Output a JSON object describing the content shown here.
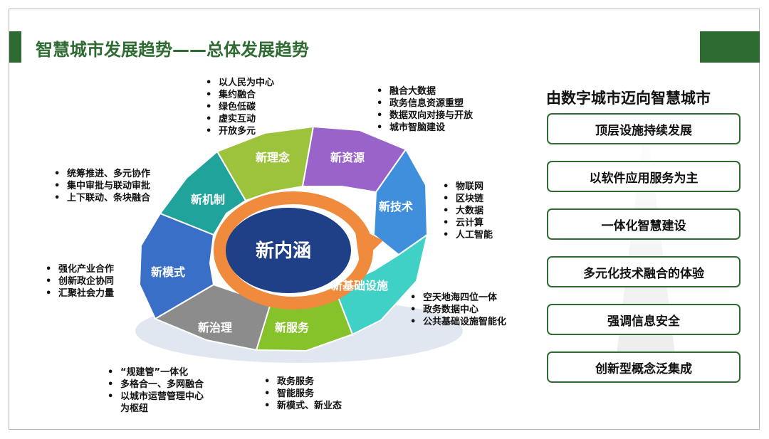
{
  "title": "智慧城市发展趋势——总体发展趋势",
  "center": "新内涵",
  "segments": {
    "linian": "新理念",
    "ziyuan": "新资源",
    "jishu": "新技术",
    "jichu": "新基础设施",
    "fuwu": "新服务",
    "zhili": "新治理",
    "moshi": "新模式",
    "jizhi": "新机制"
  },
  "colors": {
    "linian": "#9cc33b",
    "ziyuan": "#9a63c9",
    "jishu": "#3f8fdd",
    "jichu": "#3fd0c6",
    "fuwu": "#86c22a",
    "zhili": "#8c8c8c",
    "moshi": "#3a6fc8",
    "jizhi": "#1fa39a",
    "center": "#1f3f86",
    "arrow": "#f08a3c",
    "accent": "#2e6b33"
  },
  "bullets": {
    "linian": [
      "以人民为中心",
      "集约融合",
      "绿色低碳",
      "虚实互动",
      "开放多元"
    ],
    "ziyuan": [
      "融合大数据",
      "政务信息资源重塑",
      "数据双向对接与开放",
      "城市智脑建设"
    ],
    "jishu": [
      "物联网",
      "区块链",
      "大数据",
      "云计算",
      "人工智能"
    ],
    "jichu": [
      "空天地海四位一体",
      "政务数据中心",
      "公共基础设施智能化"
    ],
    "fuwu": [
      "政务服务",
      "智能服务",
      "新模式、新业态"
    ],
    "zhili": [
      "“规建管”一体化",
      "多格合一、多网融合",
      "以城市运营管理中心",
      "为枢纽"
    ],
    "moshi": [
      "强化产业合作",
      "创新政企协同",
      "汇聚社会力量"
    ],
    "jizhi": [
      "统筹推进、多元协作",
      "集中审批与联动审批",
      "上下联动、条块融合"
    ]
  },
  "right_panel": {
    "title": "由数字城市迈向智慧城市",
    "items": [
      "顶层设施持续发展",
      "以软件应用服务为主",
      "一体化智慧建设",
      "多元化技术融合的体验",
      "强调信息安全",
      "创新型概念泛集成"
    ]
  }
}
